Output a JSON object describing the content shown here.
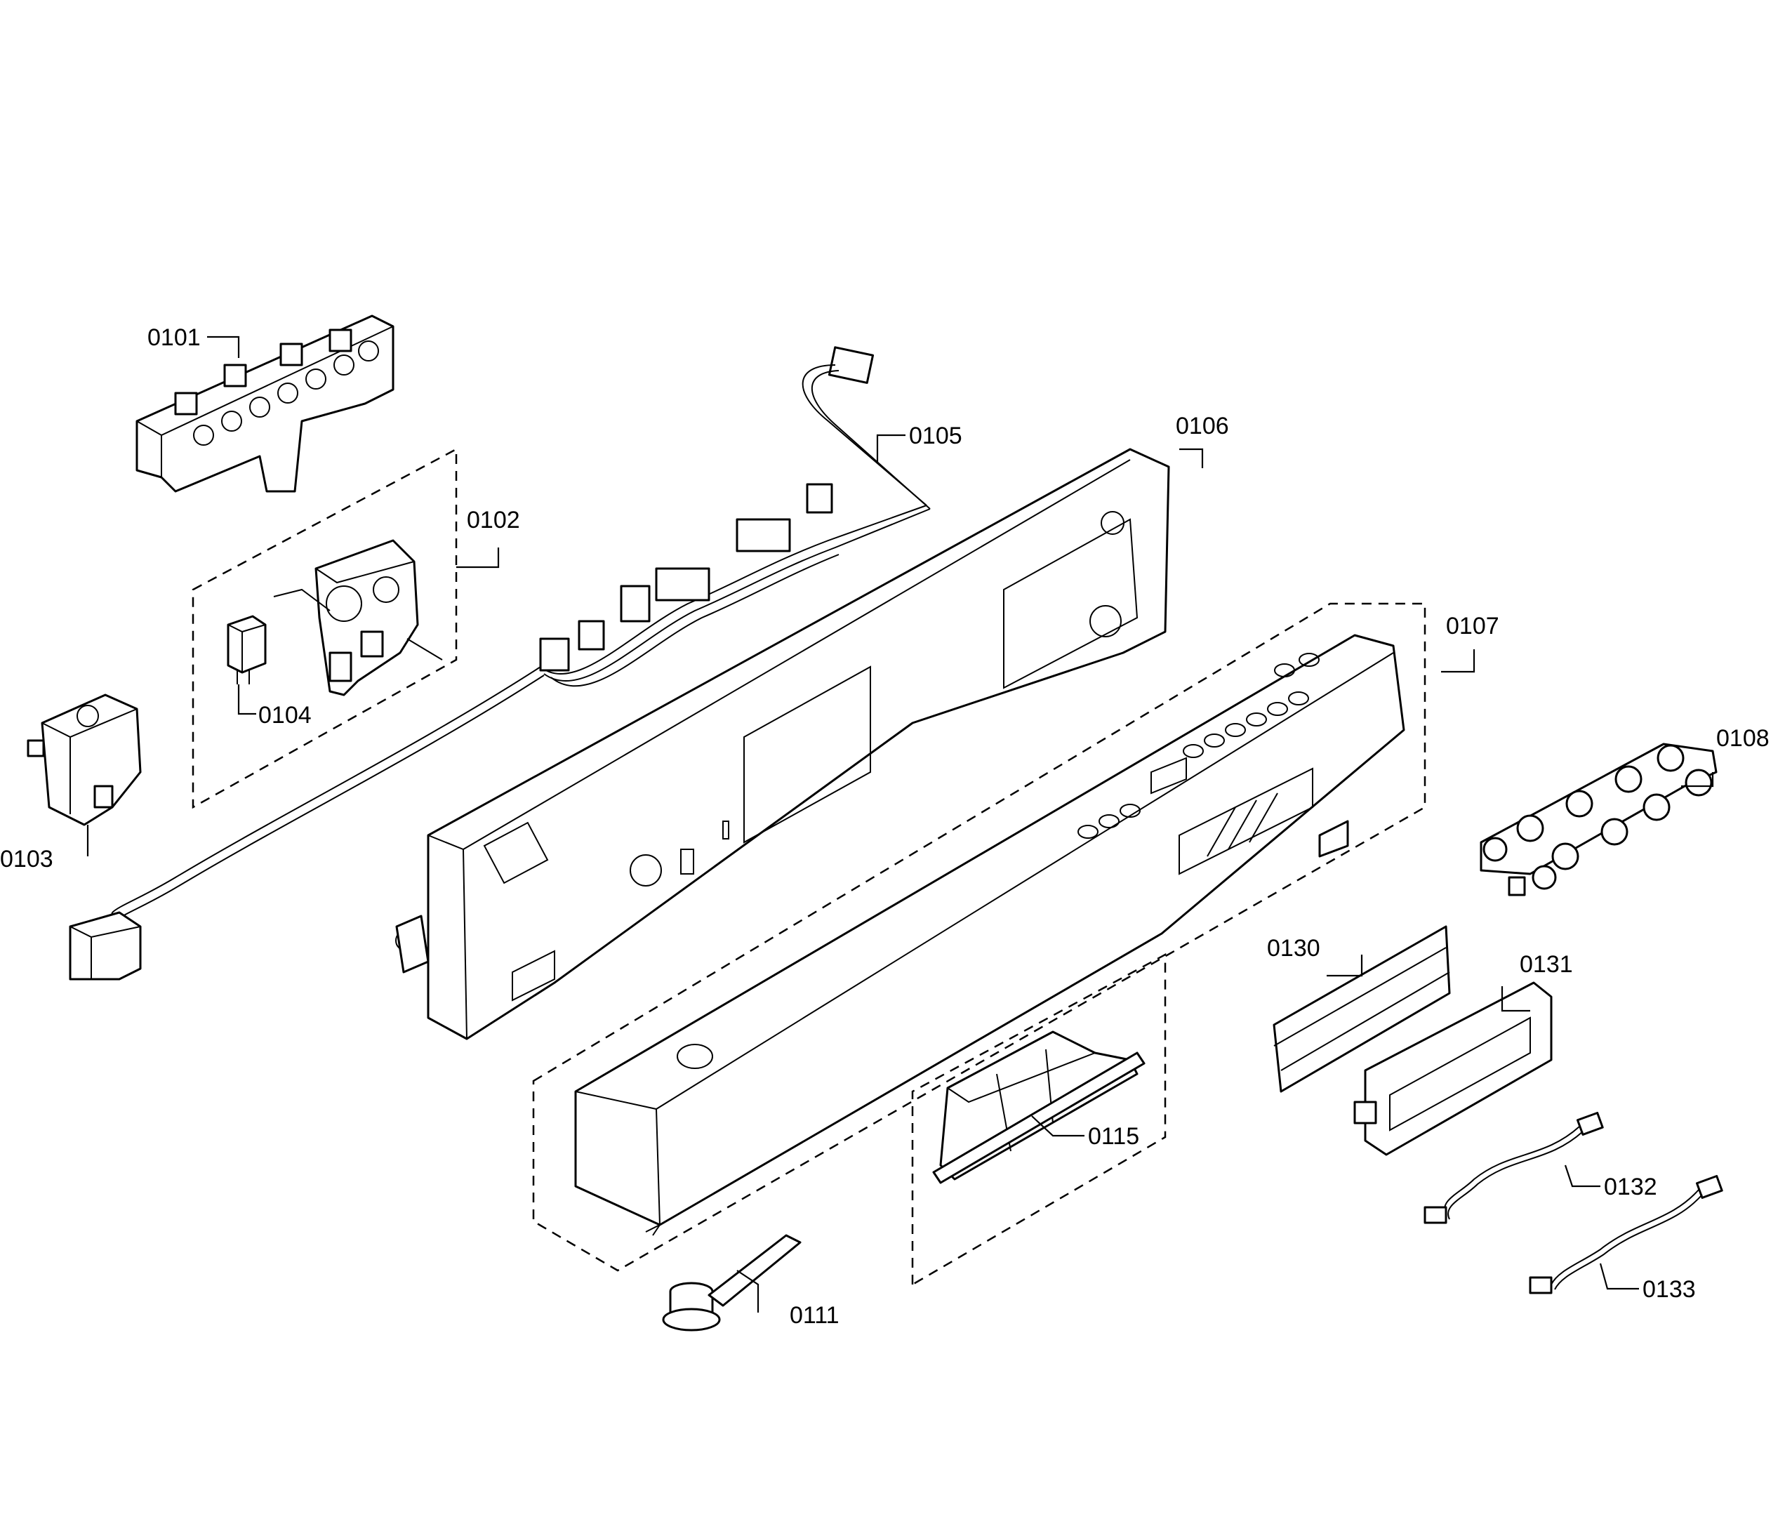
{
  "labels": {
    "p0101": "0101",
    "p0102": "0102",
    "p0103": "0103",
    "p0104": "0104",
    "p0105": "0105",
    "p0106": "0106",
    "p0107": "0107",
    "p0108": "0108",
    "p0111": "0111",
    "p0115": "0115",
    "p0130": "0130",
    "p0131": "0131",
    "p0132": "0132",
    "p0133": "0133"
  }
}
